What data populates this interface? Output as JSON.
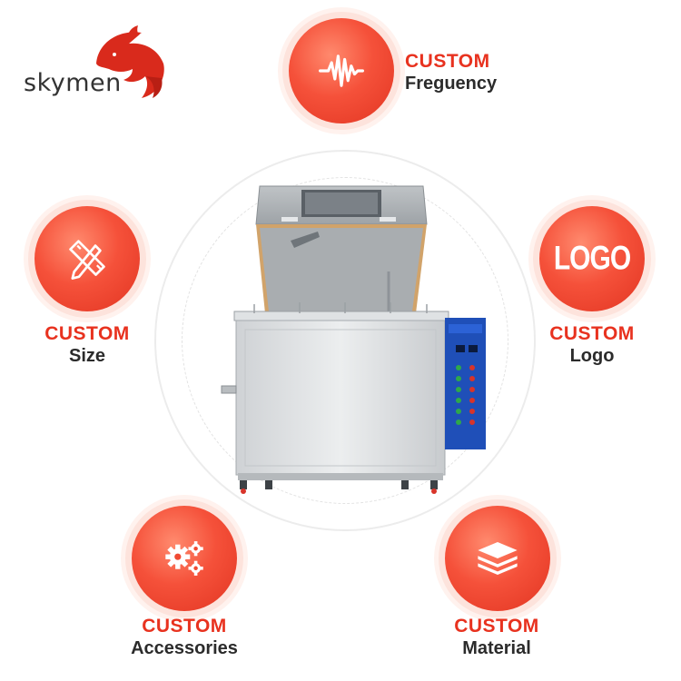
{
  "brand": {
    "name": "skymen"
  },
  "features": {
    "frequency": {
      "custom": "CUSTOM",
      "name": "Freguency",
      "icon": "waveform-icon"
    },
    "size": {
      "custom": "CUSTOM",
      "name": "Size",
      "icon": "ruler-pencil-icon"
    },
    "logo": {
      "custom": "CUSTOM",
      "name": "Logo",
      "icon_text": "LOGO"
    },
    "accessories": {
      "custom": "CUSTOM",
      "name": "Accessories",
      "icon": "gears-icon"
    },
    "material": {
      "custom": "CUSTOM",
      "name": "Material",
      "icon": "layers-icon"
    }
  },
  "colors": {
    "accent": "#e8321f",
    "text": "#2b2b2b",
    "panel": "#1f4fb8"
  }
}
